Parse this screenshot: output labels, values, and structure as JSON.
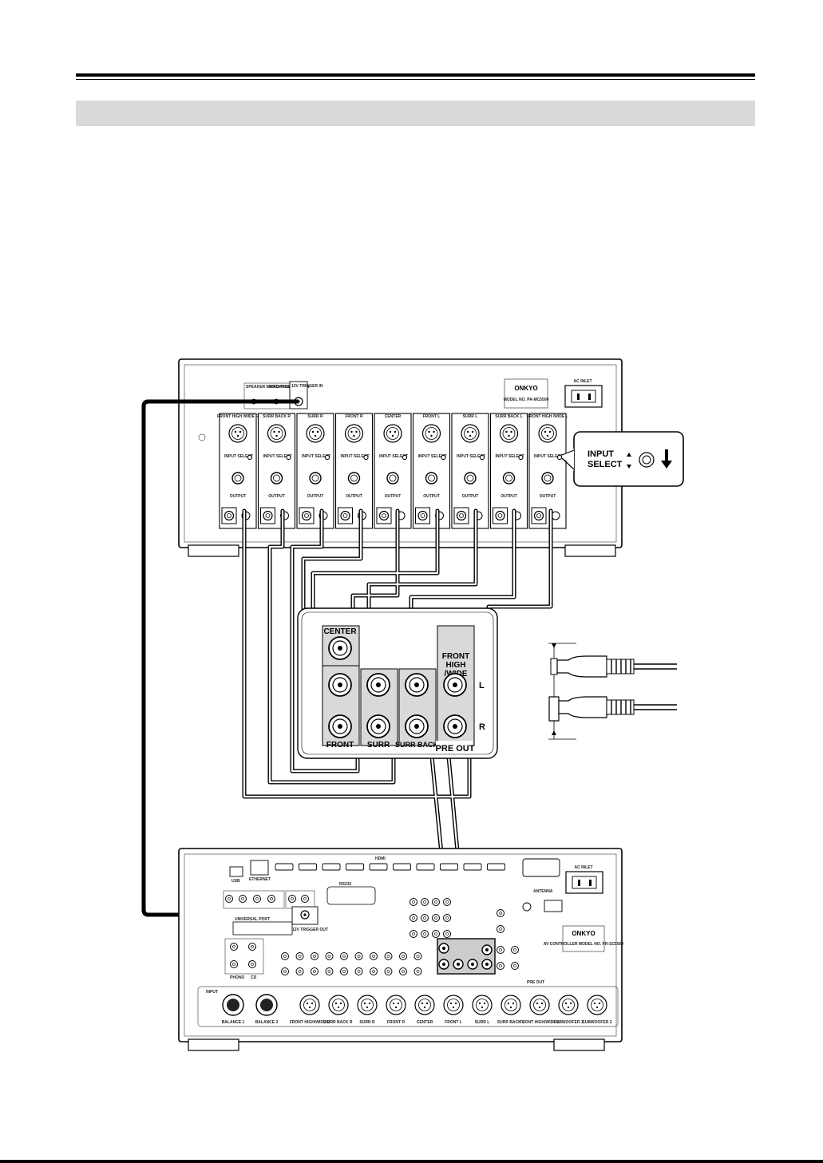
{
  "amp": {
    "speaker_impedance": "SPEAKER IMPEDANCE",
    "auto_power_down": "AUTO POWER DOWN",
    "trigger_in": "12V TRIGGER IN",
    "brand": "ONKYO",
    "model": "MODEL NO. PA-MC5500",
    "ac_inlet": "AC INLET",
    "channels": [
      "FRONT HIGH /WIDE R",
      "SURR BACK R",
      "SURR R",
      "FRONT R",
      "CENTER",
      "FRONT L",
      "SURR L",
      "SURR BACK L",
      "FRONT HIGH /WIDE L"
    ],
    "input_select": "INPUT SELECT",
    "output": "OUTPUT"
  },
  "callout": {
    "input_select_line1": "INPUT",
    "input_select_line2": "SELECT"
  },
  "preout": {
    "center": "CENTER",
    "front_high_line1": "FRONT",
    "front_high_line2": "HIGH",
    "front_high_line3": "/WIDE",
    "left": "L",
    "right": "R",
    "front": "FRONT",
    "surr": "SURR",
    "surr_back": "SURR BACK",
    "pre_out": "PRE OUT"
  },
  "receiver": {
    "hdmi": "HDMI",
    "ethernet": "ETHERNET",
    "usb": "USB",
    "rs232": "RS232",
    "universal_port": "UNIVERSAL PORT",
    "trigger_out": "12V TRIGGER OUT",
    "antenna": "ANTENNA",
    "ac_inlet": "AC INLET",
    "brand": "ONKYO",
    "model": "AV CONTROLLER MODEL NO. PR-SC5509",
    "pre_out": "PRE OUT",
    "input": "INPUT",
    "phono": "PHONO",
    "cd": "CD",
    "balance_1": "BALANCE 1",
    "balance_2": "BALANCE 2",
    "xlr_labels": [
      "FRONT HIGH/WIDE R",
      "SURR BACK R",
      "SURR R",
      "FRONT R",
      "CENTER",
      "FRONT L",
      "SURR L",
      "SURR BACK L",
      "FRONT HIGH/WIDE L",
      "SUBWOOFER 1",
      "SUBWOOFER 2"
    ]
  }
}
